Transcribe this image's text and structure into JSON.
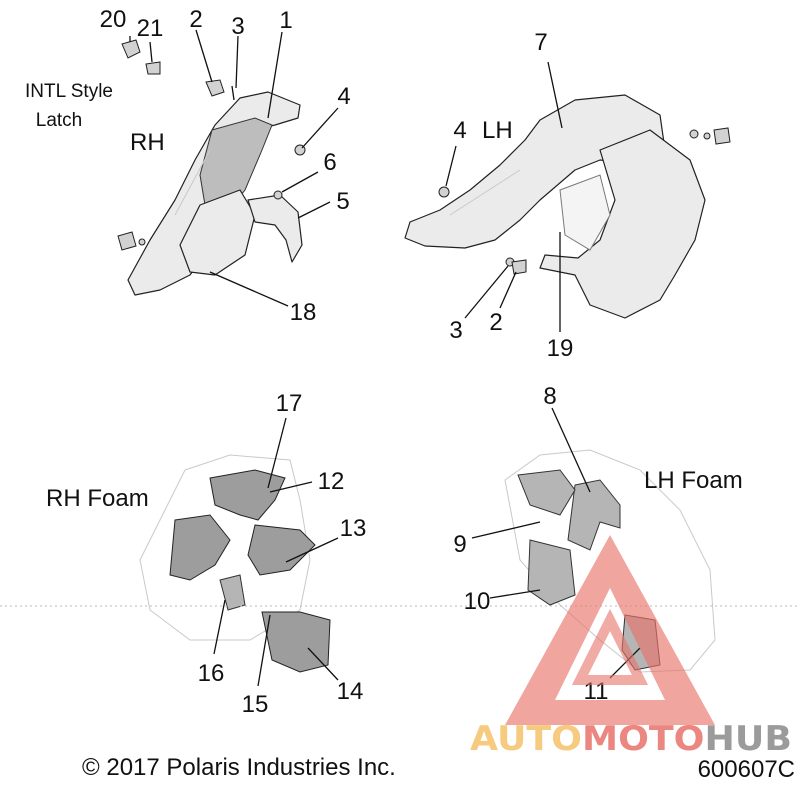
{
  "sections": {
    "rh": "RH",
    "lh": "LH",
    "rh_foam": "RH Foam",
    "lh_foam": "LH Foam"
  },
  "note": {
    "line1": "INTL Style",
    "line2": "Latch"
  },
  "callouts": {
    "c1": "1",
    "c2": "2",
    "c3": "3",
    "c4": "4",
    "c5": "5",
    "c6": "6",
    "c7": "7",
    "c8": "8",
    "c9": "9",
    "c10": "10",
    "c11": "11",
    "c12": "12",
    "c13": "13",
    "c14": "14",
    "c15": "15",
    "c16": "16",
    "c17": "17",
    "c18": "18",
    "c19": "19",
    "c20": "20",
    "c21": "21",
    "lh2": "2",
    "lh3": "3",
    "lh4": "4"
  },
  "footer": {
    "copyright": "© 2017 Polaris Industries Inc.",
    "part_number": "600607C"
  },
  "watermark": {
    "brand": "AUTOMOTOHUB",
    "auto": "AUTO",
    "moto": "MOTO",
    "hub": "HUB",
    "colors": {
      "triangle": "#e8736a",
      "auto": "#f5c26a",
      "moto": "#e8736a",
      "hub": "#8a8a8a"
    }
  }
}
